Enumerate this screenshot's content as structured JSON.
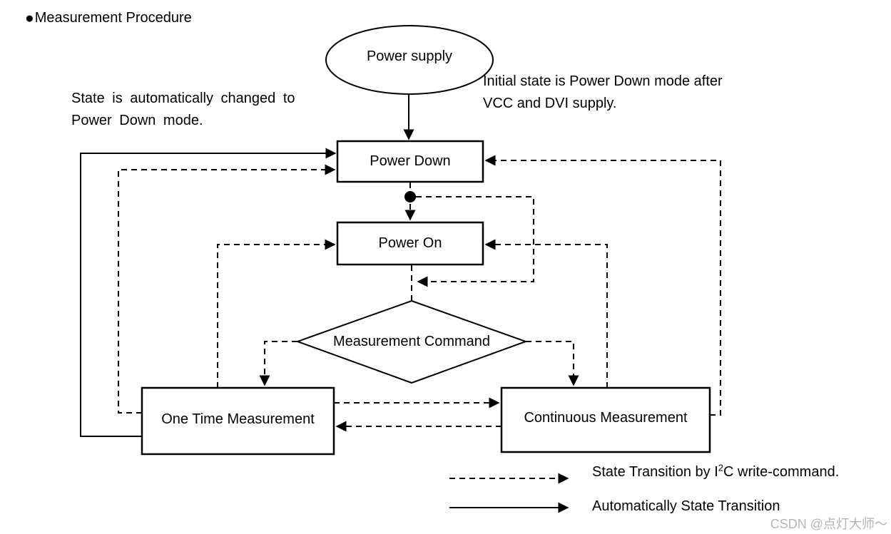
{
  "header": {
    "bullet": "●",
    "title": "Measurement Procedure"
  },
  "annotations": {
    "auto_power_down": {
      "line1": "State is automatically changed to",
      "line2": "Power Down mode."
    },
    "initial_state": {
      "line1": "Initial state is Power Down mode after",
      "line2": "VCC and DVI supply."
    }
  },
  "nodes": {
    "power_supply": {
      "label": "Power supply",
      "shape": "ellipse"
    },
    "power_down": {
      "label": "Power Down",
      "shape": "rect"
    },
    "power_on": {
      "label": "Power On",
      "shape": "rect"
    },
    "measurement_command": {
      "label": "Measurement Command",
      "shape": "diamond"
    },
    "one_time_measurement": {
      "label": "One Time Measurement",
      "shape": "rect"
    },
    "continuous_measurement": {
      "label": "Continuous Measurement",
      "shape": "rect"
    }
  },
  "edges": [
    {
      "from": "power_supply",
      "to": "power_down",
      "style": "solid"
    },
    {
      "from": "one_time_measurement",
      "to": "power_down",
      "style": "solid"
    },
    {
      "from": "power_down",
      "to": "power_on",
      "style": "dashed"
    },
    {
      "from": "power_down",
      "to": "measurement_command",
      "style": "dashed"
    },
    {
      "from": "power_on",
      "to": "measurement_command",
      "style": "dashed"
    },
    {
      "from": "measurement_command",
      "to": "one_time_measurement",
      "style": "dashed"
    },
    {
      "from": "measurement_command",
      "to": "continuous_measurement",
      "style": "dashed"
    },
    {
      "from": "one_time_measurement",
      "to": "continuous_measurement",
      "style": "dashed"
    },
    {
      "from": "continuous_measurement",
      "to": "one_time_measurement",
      "style": "dashed"
    },
    {
      "from": "one_time_measurement",
      "to": "power_on",
      "style": "dashed"
    },
    {
      "from": "one_time_measurement",
      "to": "power_down",
      "style": "dashed"
    },
    {
      "from": "continuous_measurement",
      "to": "power_on",
      "style": "dashed"
    },
    {
      "from": "continuous_measurement",
      "to": "power_down",
      "style": "dashed"
    }
  ],
  "legend": {
    "i2c": {
      "style": "dashed",
      "pre": "State Transition by I",
      "sup": "2",
      "post": "C write-command."
    },
    "auto": {
      "style": "solid",
      "label": "Automatically State Transition"
    }
  },
  "watermark": "CSDN @点灯大师～",
  "colors": {
    "line": "#000000",
    "text": "#000000",
    "watermark": "#b5b5b5",
    "background": "#ffffff"
  }
}
